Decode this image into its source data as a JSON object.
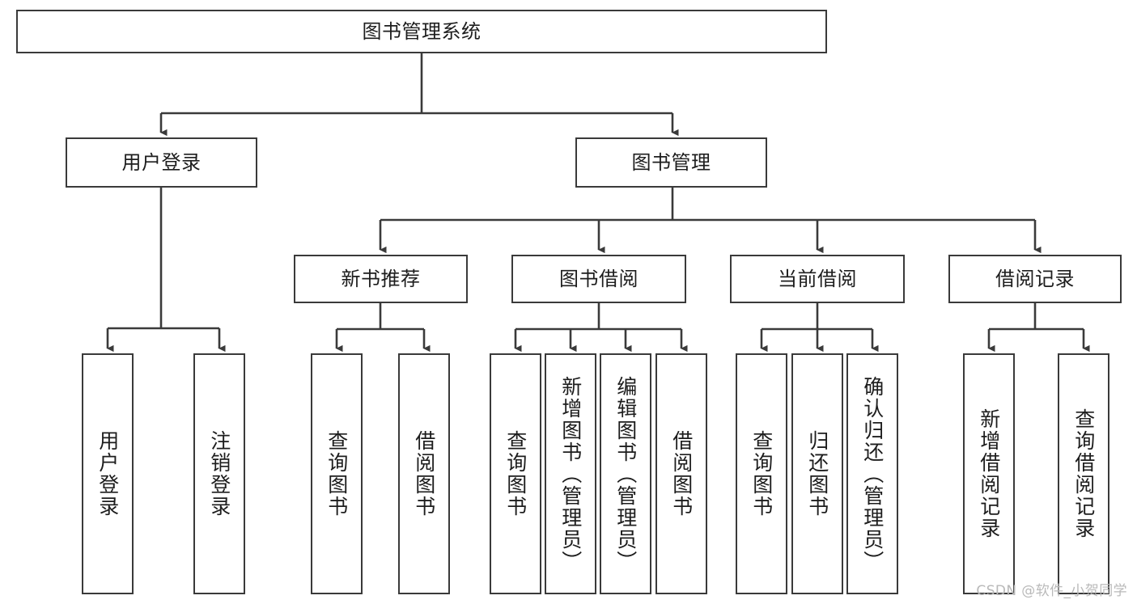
{
  "diagram": {
    "title": "图书管理系统",
    "watermark": "CSDN @软件_小贺同学",
    "line_color": "#3a3a3a",
    "box_border_color": "#3a3a3a",
    "background_color": "#ffffff",
    "text_color": "#1d1d1d"
  },
  "nodes": {
    "root": {
      "label": "图书管理系统"
    },
    "level1": [
      {
        "label": "用户登录"
      },
      {
        "label": "图书管理"
      }
    ],
    "level2": [
      {
        "label": "新书推荐"
      },
      {
        "label": "图书借阅"
      },
      {
        "label": "当前借阅"
      },
      {
        "label": "借阅记录"
      }
    ],
    "leaves": {
      "user_login": [
        {
          "label": "用户登录"
        },
        {
          "label": "注销登录"
        }
      ],
      "new_book_recommend": [
        {
          "label": "查询图书"
        },
        {
          "label": "借阅图书"
        }
      ],
      "book_borrow": [
        {
          "label": "查询图书"
        },
        {
          "label": "新增图书（管理员）"
        },
        {
          "label": "编辑图书（管理员）"
        },
        {
          "label": "借阅图书"
        }
      ],
      "current_borrow": [
        {
          "label": "查询图书"
        },
        {
          "label": "归还图书"
        },
        {
          "label": "确认归还（管理员）"
        }
      ],
      "borrow_record": [
        {
          "label": "新增借阅记录"
        },
        {
          "label": "查询借阅记录"
        }
      ]
    }
  }
}
